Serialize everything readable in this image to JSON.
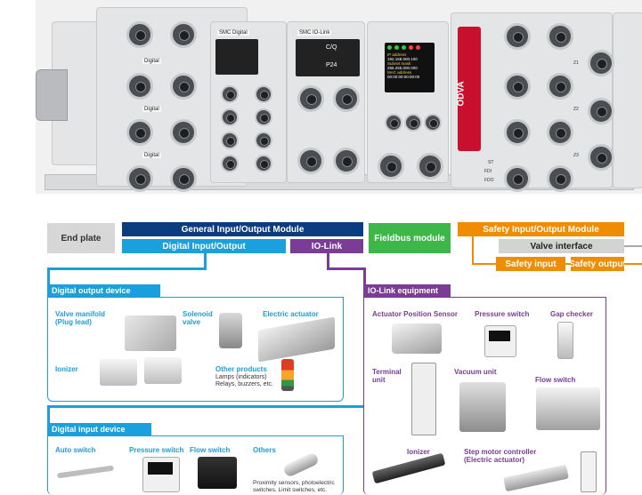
{
  "hardware": {
    "module_labels": {
      "digital": "Digital",
      "smc_digital": "SMC  Digital",
      "smc_iolink": "SMC  IO-Link",
      "odva": "ODVA",
      "cq": "C/Q",
      "p24": "P24",
      "st": "ST",
      "fdi": "FDI",
      "fdo": "FDO",
      "z1": "Z1",
      "z2": "Z2",
      "z3": "Z3"
    },
    "screen_text": [
      "IP address",
      "192.168.000.100",
      "Subnet mask",
      "255.255.000.000",
      "MAC address",
      "00:00:00:00:00:00"
    ]
  },
  "categories": {
    "end_plate": "End plate",
    "general_io": "General Input/Output Module",
    "digital_io": "Digital Input/Output",
    "io_link": "IO-Link",
    "fieldbus": "Fieldbus module",
    "safety_io": "Safety Input/Output Module",
    "valve_interface": "Valve interface",
    "safety_input": "Safety input",
    "safety_output": "Safety output"
  },
  "panels": {
    "digital_output": {
      "title": "Digital output device",
      "items": {
        "valve_manifold": "Valve manifold\n(Plug lead)",
        "solenoid_valve": "Solenoid\nvalve",
        "electric_actuator": "Electric actuator",
        "ionizer": "Ionizer",
        "other_products": "Other products",
        "other_desc": "Lamps (indicators)\nRelays, buzzers, etc."
      }
    },
    "digital_input": {
      "title": "Digital input device",
      "items": {
        "auto_switch": "Auto switch",
        "pressure_switch": "Pressure switch",
        "flow_switch": "Flow switch",
        "others": "Others",
        "others_desc": "Proximity sensors, photoelectric\nswitches, Limit switches, etc."
      }
    },
    "io_link_equipment": {
      "title": "IO-Link equipment",
      "items": {
        "actuator_position_sensor": "Actuator Position Sensor",
        "pressure_switch": "Pressure switch",
        "gap_checker": "Gap checker",
        "terminal_unit": "Terminal\nunit",
        "vacuum_unit": "Vacuum unit",
        "flow_switch": "Flow switch",
        "ionizer": "Ionizer",
        "step_motor_controller": "Step motor controller\n(Electric actuator)"
      }
    }
  },
  "colors": {
    "navy": "#0a3d80",
    "cyan": "#1aa0dc",
    "purple": "#7a3c94",
    "green": "#3eb749",
    "orange": "#f08c00"
  }
}
